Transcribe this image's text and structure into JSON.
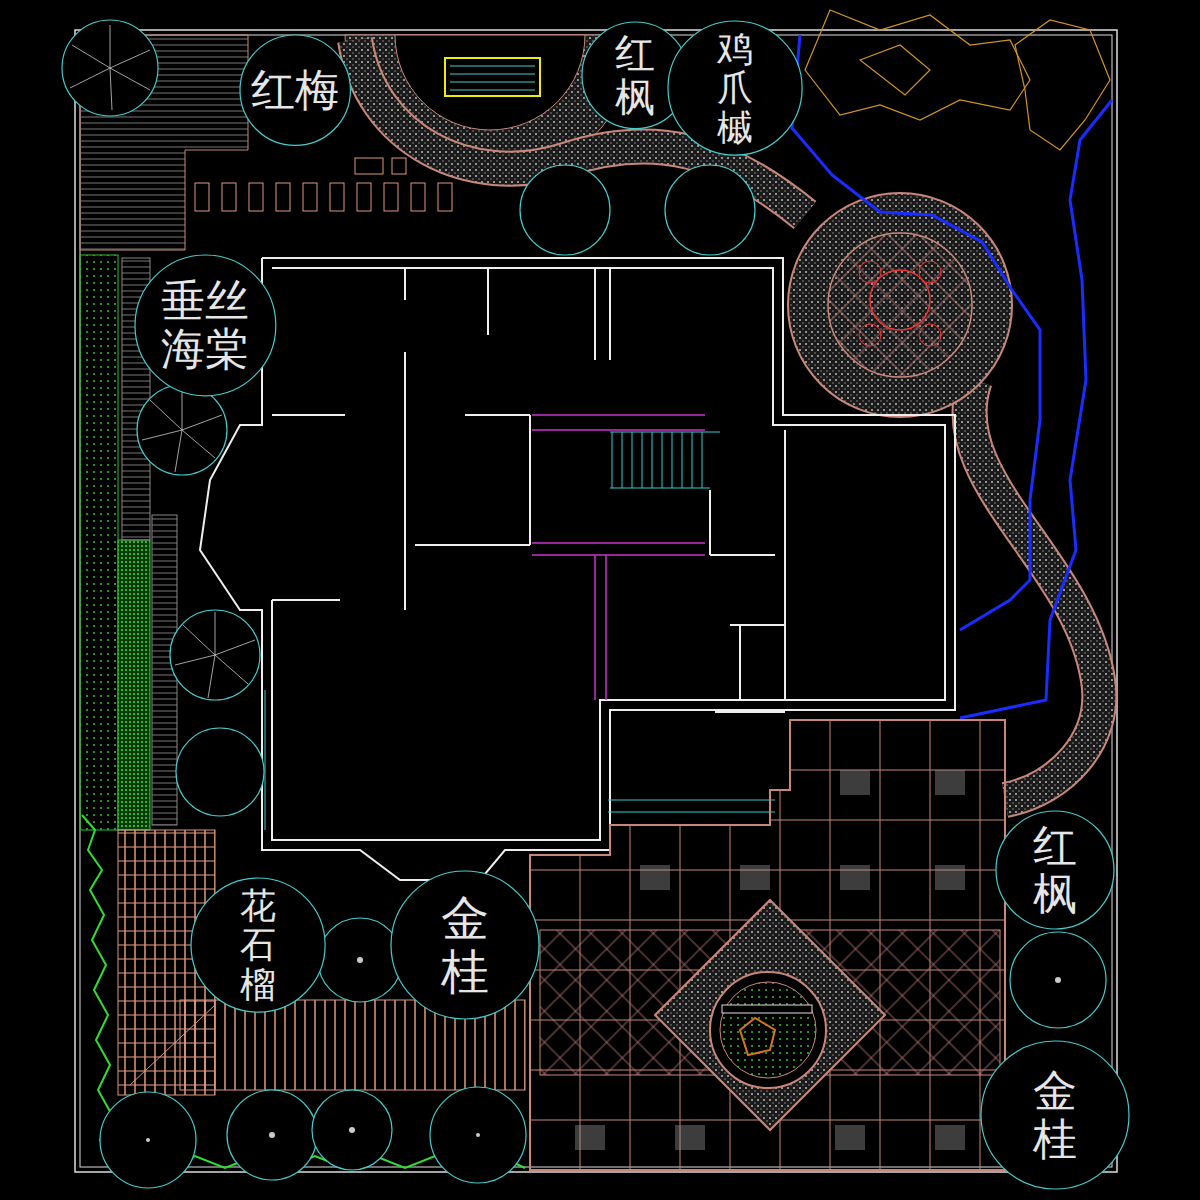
{
  "diagram": {
    "nodes": [
      {
        "text": [
          "红梅"
        ]
      },
      {
        "text": [
          "红枫"
        ]
      },
      {
        "text": [
          "鸡爪槭"
        ]
      },
      {
        "text": [
          "垂丝海棠"
        ]
      },
      {
        "text": [
          "花石榴"
        ]
      },
      {
        "text": [
          "金桂"
        ]
      },
      {
        "text": [
          "红枫"
        ]
      },
      {
        "text": [
          "金桂"
        ]
      }
    ]
  }
}
